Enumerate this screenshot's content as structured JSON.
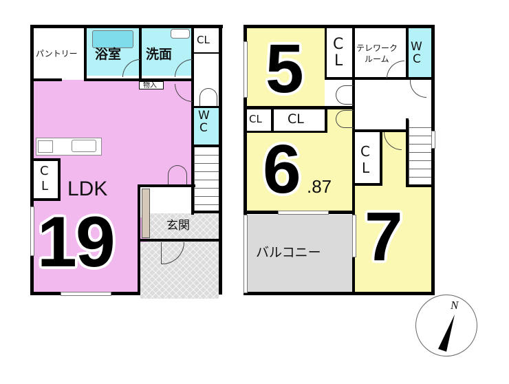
{
  "colors": {
    "ldk": "#f2b9ef",
    "wet": "#b5f2f8",
    "bedroom": "#fbf8b4",
    "balcony": "#dadada",
    "storage": "#d6c8b8",
    "wall": "#000000",
    "white": "#ffffff"
  },
  "floor1": {
    "rooms": {
      "pantry": "パントリー",
      "bath": "浴室",
      "washroom": "洗面",
      "closet_top": "CL",
      "storage": "物入",
      "wc": "W\nC",
      "wc_w": "W",
      "wc_c": "C",
      "ldk_label": "LDK",
      "ldk_size": "19",
      "closet_ldk_c": "C",
      "closet_ldk_l": "L",
      "entrance": "玄関"
    }
  },
  "floor2": {
    "rooms": {
      "bedroom1_size": "5",
      "closet1_c": "C",
      "closet1_l": "L",
      "telework_line1": "テレワーク",
      "telework_line2": "ルーム",
      "wc_w": "W",
      "wc_c": "C",
      "closet2": "CL",
      "closet3": "CL",
      "bedroom2_size": "6",
      "bedroom2_decimal": ".87",
      "closet4_c": "C",
      "closet4_l": "L",
      "balcony": "バルコニー",
      "bedroom3_size": "7"
    }
  },
  "compass": {
    "label": "N"
  }
}
